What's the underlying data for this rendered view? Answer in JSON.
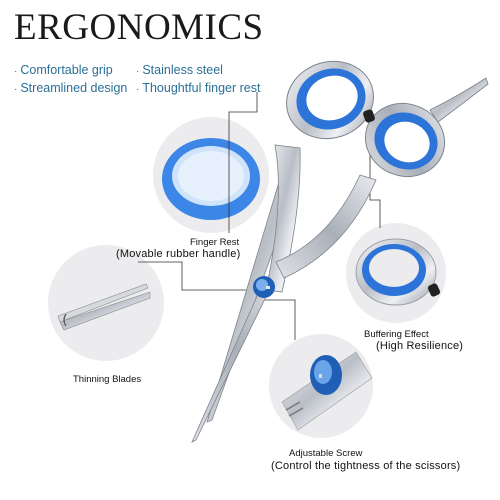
{
  "title": "ERGONOMICS",
  "features": [
    {
      "label": "Comfortable grip"
    },
    {
      "label": "Stainless steel"
    },
    {
      "label": "Streamlined design"
    },
    {
      "label": "Thoughtful finger rest"
    }
  ],
  "callouts": {
    "finger_rest": {
      "title": "Finger Rest",
      "detail": "(Movable  rubber handle)"
    },
    "thinning": {
      "title": "Thinning Blades"
    },
    "buffering": {
      "title": "Buffering Effect",
      "detail": "(High Resilience)"
    },
    "screw": {
      "title": "Adjustable  Screw",
      "detail": "(Control the tightness of the scissors)"
    }
  },
  "colors": {
    "accent_blue": "#2d74d8",
    "steel": "#c8ccd2",
    "text_blue": "#2b6f97"
  }
}
